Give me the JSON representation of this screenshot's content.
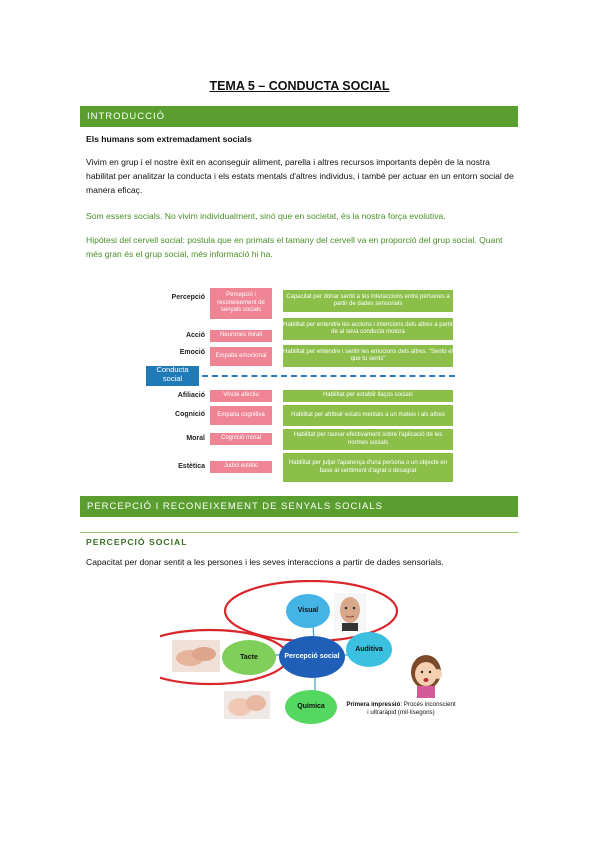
{
  "title": "TEMA 5 – CONDUCTA SOCIAL",
  "sections": {
    "intro": "INTRODUCCIÓ",
    "percepcio": "PERCEPCIÓ I RECONEIXEMENT DE SENYALS SOCIALS",
    "percepcio_sub": "PERCEPCIÓ SOCIAL"
  },
  "paragraphs": {
    "p1": "Els humans som extremadament socials",
    "p2": "Vivim en grup i el nostre èxit en aconseguir aliment, parella i altres recursos importants depèn de la nostra habilitat per analitzar la conducta i els estats mentals d'altres individus, i també per actuar en un entorn social de manera eficaç.",
    "p3": "Som essers socials. No vivim individualment, sinó que en societat, és la nostra força evolutiva.",
    "p4": "Hipòtesi del cervell social: postula que en primats el tamany del cervell va en proporció del grup social. Quant més gran és el grup social, més informació hi ha.",
    "p5": "Capacitat per donar sentit a les persones i les seves interaccions a partir de dades sensorials."
  },
  "diagram1": {
    "center": "Conducta social",
    "rows": [
      {
        "label": "Percepció",
        "pink": "Percepció i reconeixement de senyals socials",
        "desc": "Capacitat per donar sentit a les interaccions entre persones a partir de dades sensorials"
      },
      {
        "label": "Acció",
        "pink": "Neurones mirall",
        "desc": "Habilitat per entendre les accions i intencions dels altres a partir de al seva conducta motora"
      },
      {
        "label": "Emoció",
        "pink": "Empatia emocional",
        "desc": "Habilitat per entendre i sentir les emocions dels altres. \"Sento el que tu sents\""
      },
      {
        "label": "Afiliació",
        "pink": "Vincle afectiu",
        "desc": "Habilitat per establir llaços socials"
      },
      {
        "label": "Cognició",
        "pink": "Empatia cognitiva",
        "desc": "Habilitat per atribuir estats mentals a un mateix i als altres"
      },
      {
        "label": "Moral",
        "pink": "Cognició moral",
        "desc": "Habilitat per raonar efectivament sobre l'aplicació de les normes socials"
      },
      {
        "label": "Estètica",
        "pink": "Judici estètic",
        "desc": "Habilitat per jutjar l'aparença d'una persona o un objecte en base al sentiment d'agrat o desagrat"
      }
    ]
  },
  "diagram2": {
    "center": "Percepció social",
    "visual": "Visual",
    "tacte": "Tacte",
    "auditiva": "Auditiva",
    "quimica": "Química",
    "note_bold": "Primera impressió",
    "note_rest": ": Procés inconscient i ultraràpid (mil·lisegons)"
  }
}
